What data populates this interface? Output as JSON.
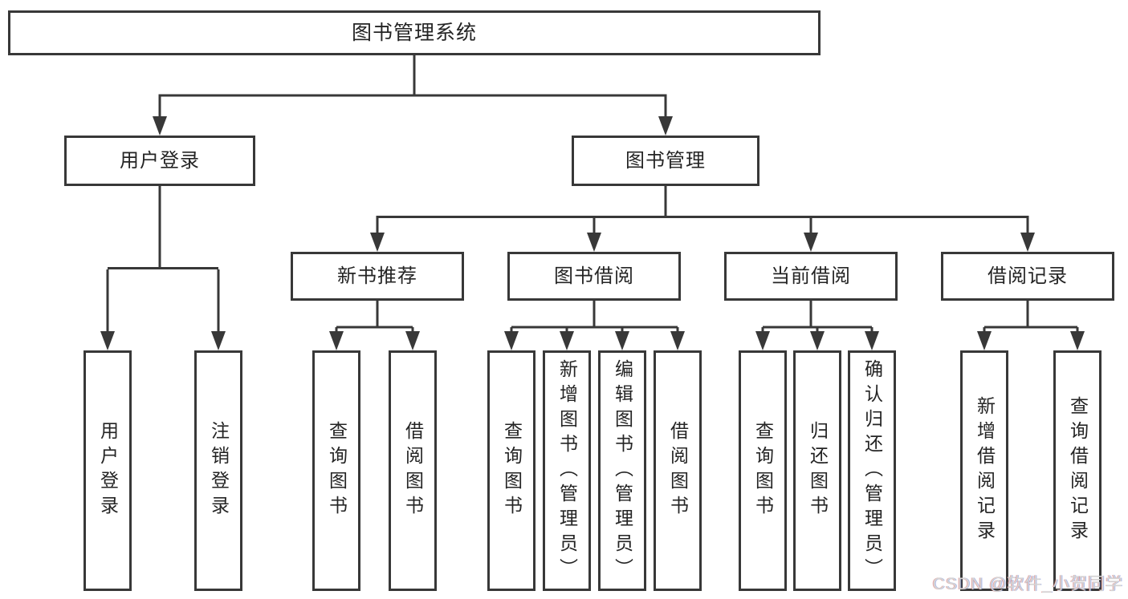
{
  "diagram": {
    "root": {
      "label": "图书管理系统"
    },
    "branches": [
      {
        "label": "用户登录",
        "children": [
          {
            "label": "用户登录"
          },
          {
            "label": "注销登录"
          }
        ]
      },
      {
        "label": "图书管理",
        "children": [
          {
            "label": "新书推荐",
            "children": [
              {
                "label": "查询图书"
              },
              {
                "label": "借阅图书"
              }
            ]
          },
          {
            "label": "图书借阅",
            "children": [
              {
                "label": "查询图书"
              },
              {
                "label": "新增图书（管理员）"
              },
              {
                "label": "编辑图书（管理员）"
              },
              {
                "label": "借阅图书"
              }
            ]
          },
          {
            "label": "当前借阅",
            "children": [
              {
                "label": "查询图书"
              },
              {
                "label": "归还图书"
              },
              {
                "label": "确认归还（管理员）"
              }
            ]
          },
          {
            "label": "借阅记录",
            "children": [
              {
                "label": "新增借阅记录"
              },
              {
                "label": "查询借阅记录"
              }
            ]
          }
        ]
      }
    ]
  },
  "watermark": {
    "text": "CSDN @软件_小贺同学"
  },
  "colors": {
    "line": "#383838",
    "box_border": "#383838",
    "text": "#242424",
    "background": "#ffffff",
    "watermark": "#d6d4d4"
  }
}
